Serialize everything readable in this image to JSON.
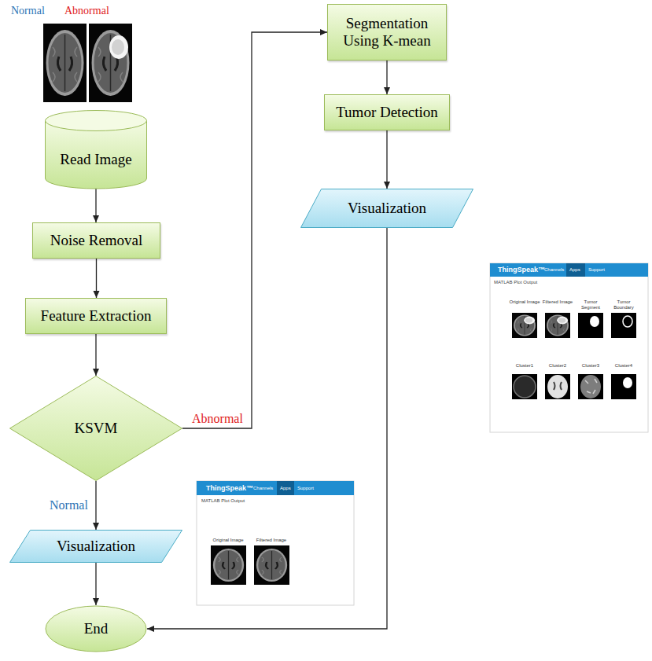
{
  "diagram": {
    "nodes": [
      {
        "text": [
          "Read Image"
        ]
      },
      {
        "text": [
          "Noise Removal"
        ]
      },
      {
        "text": [
          "Feature Extraction"
        ]
      },
      {
        "text": [
          "KSVM"
        ]
      },
      {
        "text": [
          "Visualization"
        ]
      },
      {
        "text": [
          "End"
        ]
      },
      {
        "text": [
          "Segmentation Using K-mean"
        ]
      },
      {
        "text": [
          "Tumor Detection"
        ]
      },
      {
        "text": [
          "Visualization"
        ]
      }
    ],
    "edges": [
      {
        "from": 0,
        "to": 1,
        "arrow": "to"
      },
      {
        "from": 1,
        "to": 2,
        "arrow": "to"
      },
      {
        "from": 2,
        "to": 3,
        "arrow": "to"
      },
      {
        "from": 3,
        "to": 6,
        "label": "Abnormal",
        "arrow": "to"
      },
      {
        "from": 3,
        "to": 4,
        "label": "Normal",
        "arrow": "to"
      },
      {
        "from": 4,
        "to": 5,
        "arrow": "to"
      },
      {
        "from": 6,
        "to": 7,
        "arrow": "to"
      },
      {
        "from": 7,
        "to": 8,
        "arrow": "to"
      },
      {
        "from": 8,
        "to": 5,
        "arrow": "to"
      }
    ],
    "labels": [
      "Normal",
      "Abnormal",
      "ThingSpeak™",
      "Channels",
      "Apps",
      "Support",
      "MATLAB Plot Output",
      "Original Image",
      "Filtered Image",
      "ThingSpeak™",
      "Channels",
      "Apps",
      "Support",
      "MATLAB Plot Output",
      "Original Image",
      "Filtered Image",
      "Tumor Segment",
      "Tumor Boundary",
      "Cluster1",
      "Cluster2",
      "Cluster3",
      "Cluster4"
    ]
  }
}
